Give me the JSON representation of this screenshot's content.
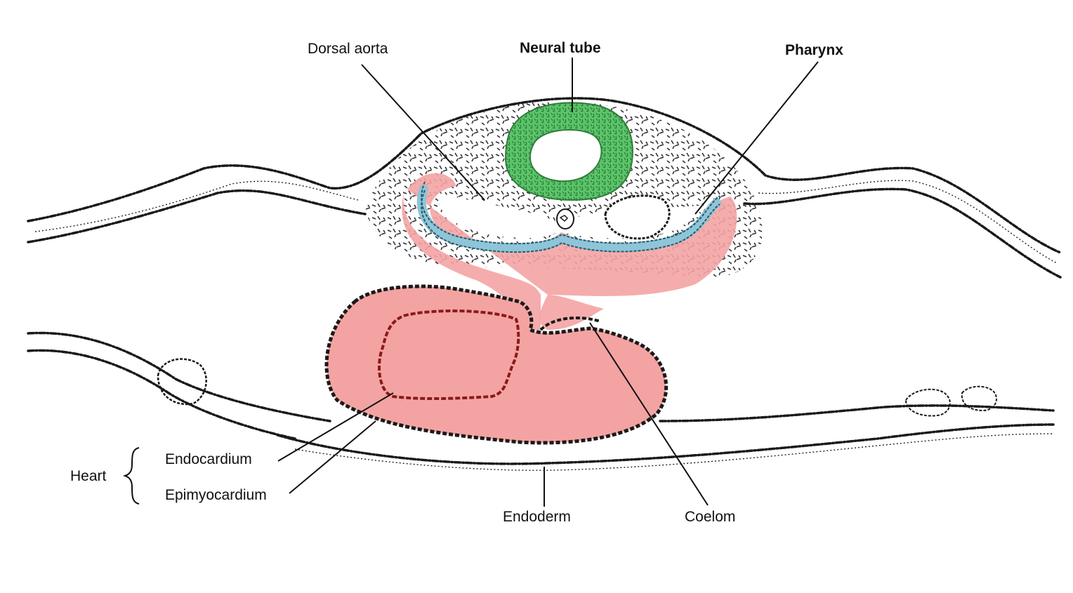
{
  "labels": {
    "dorsal_aorta": "Dorsal aorta",
    "neural_tube": "Neural tube",
    "pharynx": "Pharynx",
    "heart": "Heart",
    "endocardium": "Endocardium",
    "epimyocardium": "Epimyocardium",
    "endoderm": "Endoderm",
    "coelom": "Coelom"
  },
  "colors": {
    "neural_tube": "#5cc46a",
    "pharynx_endoderm": "#8ec5d8",
    "heart_mesoderm": "#f4a3a3",
    "endocardium_line": "#8b1a1a",
    "ink": "#111111"
  }
}
